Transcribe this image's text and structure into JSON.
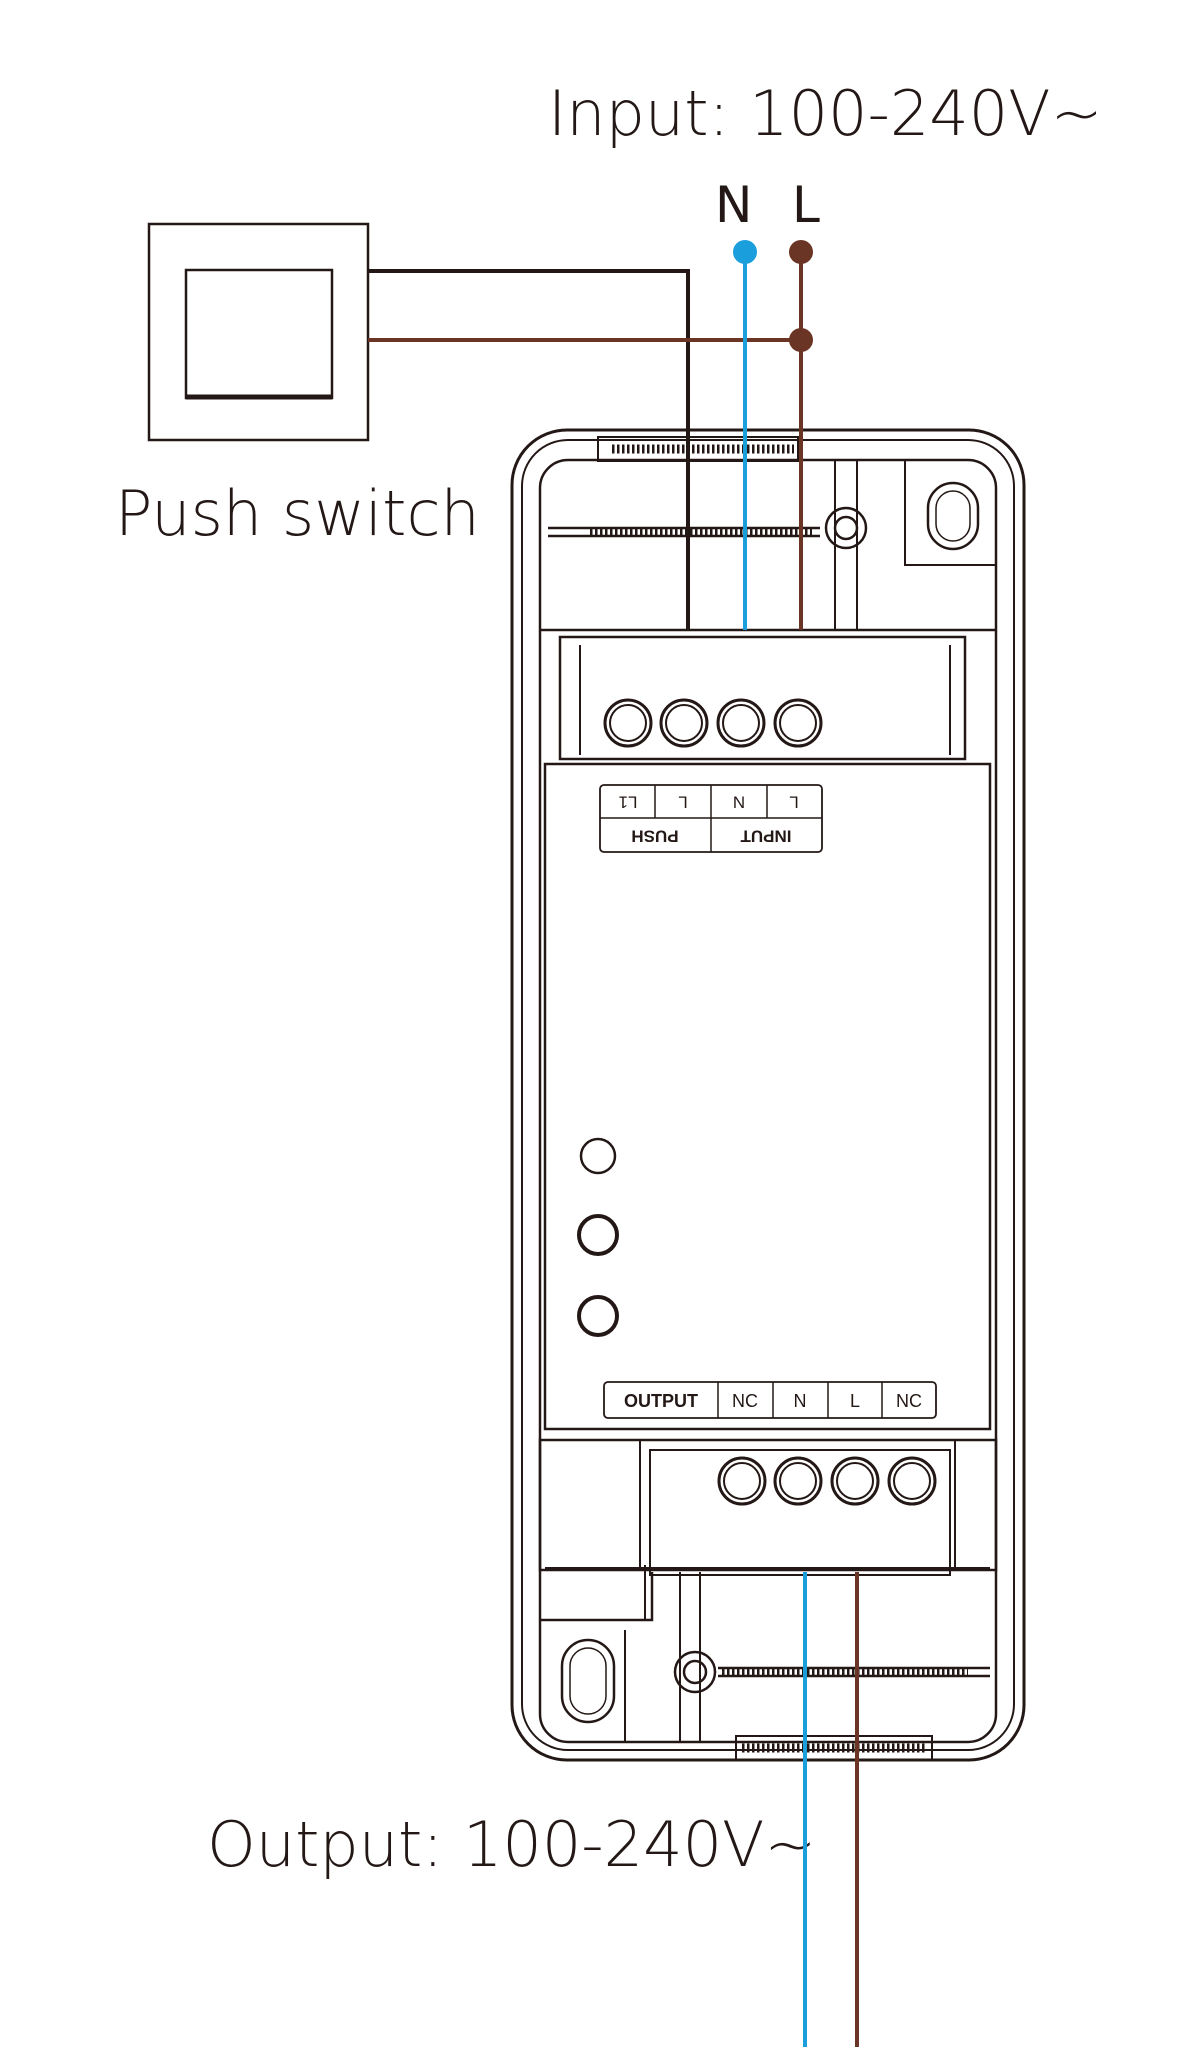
{
  "labels": {
    "input": "Input: 100-240V~",
    "output": "Output: 100-240V~",
    "push_switch": "Push switch",
    "neutral": "N",
    "live": "L"
  },
  "top_terminal_block": {
    "cells": [
      "L1",
      "L",
      "N",
      "L"
    ],
    "groups": [
      "PUSH",
      "INPUT"
    ]
  },
  "bottom_terminal_block": {
    "title": "OUTPUT",
    "cells": [
      "NC",
      "N",
      "L",
      "NC"
    ]
  },
  "colors": {
    "neutral_wire": "#1a9fdc",
    "live_wire": "#6b3525",
    "outline": "#231815"
  }
}
